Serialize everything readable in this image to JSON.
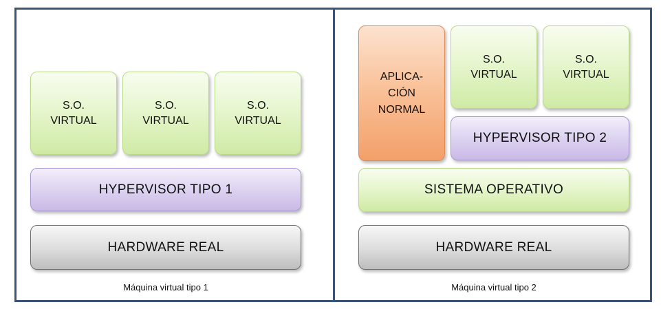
{
  "left_panel": {
    "vm_boxes": [
      "S.O.\nVIRTUAL",
      "S.O.\nVIRTUAL",
      "S.O.\nVIRTUAL"
    ],
    "hypervisor": "HYPERVISOR TIPO 1",
    "hardware": "HARDWARE REAL",
    "caption": "Máquina virtual tipo 1"
  },
  "right_panel": {
    "app": "APLICA-\nCIÓN\nNORMAL",
    "vm_boxes": [
      "S.O.\nVIRTUAL",
      "S.O.\nVIRTUAL"
    ],
    "hypervisor": "HYPERVISOR TIPO 2",
    "os": "SISTEMA OPERATIVO",
    "hardware": "HARDWARE REAL",
    "caption": "Máquina virtual tipo 2"
  },
  "colors": {
    "frame": "#3a5478",
    "os_box": "#e7f6cf",
    "hypervisor_box": "#ddd3f0",
    "hardware_box": "#dcdcdc",
    "app_box": "#f9bf95"
  }
}
